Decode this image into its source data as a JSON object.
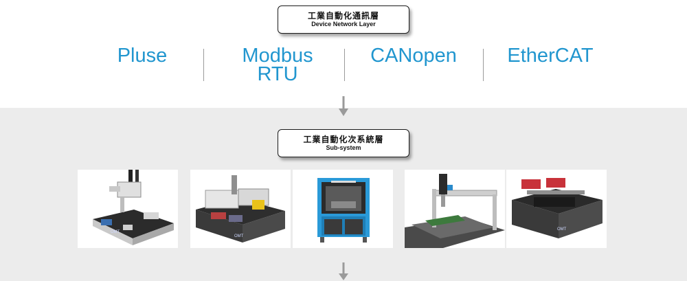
{
  "top_label": {
    "title_zh": "工業自動化通訊層",
    "title_en": "Device Network Layer"
  },
  "protocols": [
    {
      "line1": "Pluse",
      "line2": ""
    },
    {
      "line1": "Modbus",
      "line2": "RTU"
    },
    {
      "line1": "CANopen",
      "line2": ""
    },
    {
      "line1": "EtherCAT",
      "line2": ""
    }
  ],
  "sub_label": {
    "title_zh": "工業自動化次系統層",
    "title_en": "Sub-system"
  },
  "subsystem_images": [
    {
      "icon": "robot-arm-table-icon"
    },
    {
      "icon": "dispensing-machine-icon"
    },
    {
      "icon": "enclosed-cabinet-machine-icon"
    },
    {
      "icon": "gantry-xyz-stage-icon"
    },
    {
      "icon": "motor-driver-platform-icon"
    }
  ],
  "colors": {
    "protocol_text": "#2196cf",
    "band": "#ececec",
    "arrow": "#9a9a9a"
  }
}
